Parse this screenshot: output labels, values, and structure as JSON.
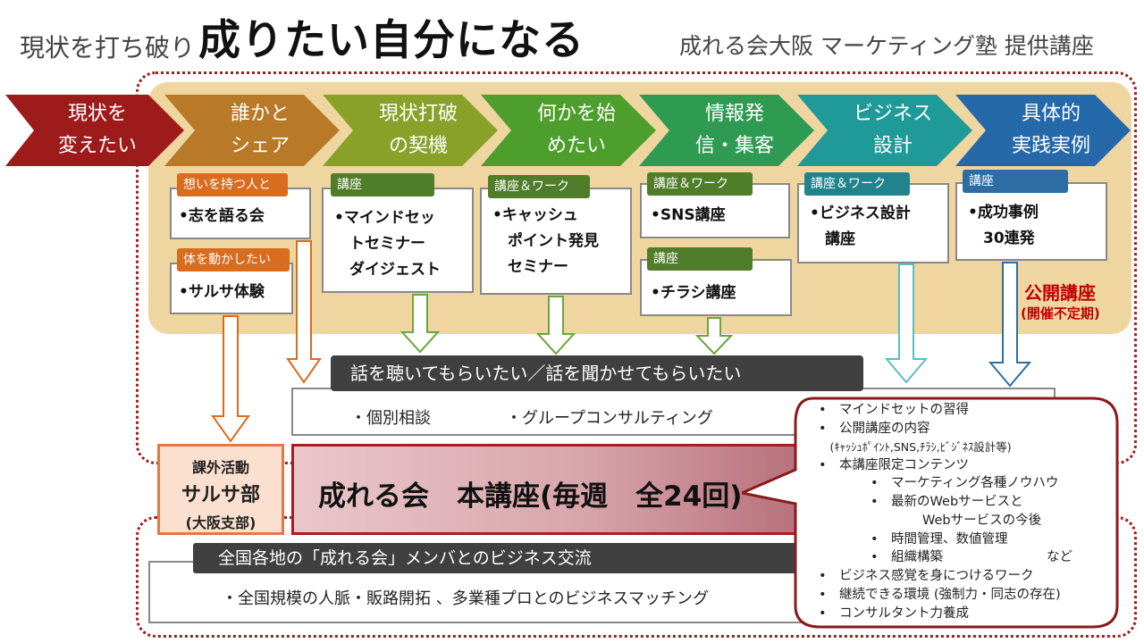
{
  "header": {
    "subtitle_left": "現状を打ち破り",
    "title_main": "成りたい自分になる",
    "subtitle_right": "成れる会大阪 マーケティング塾 提供講座"
  },
  "stages": [
    {
      "label": "現状を\n変えたい",
      "color": "#9e1b1b"
    },
    {
      "label": "誰かと\nシェア",
      "color": "#b87a28"
    },
    {
      "label": "現状打破\nの契機",
      "color": "#8aa129"
    },
    {
      "label": "何かを始\nめたい",
      "color": "#4e9e2e"
    },
    {
      "label": "情報発\n信・集客",
      "color": "#2f9a52"
    },
    {
      "label": "ビジネス\n設計",
      "color": "#1f9a99"
    },
    {
      "label": "具体的\n実践実例",
      "color": "#2569aa"
    }
  ],
  "boxes": {
    "kokorozashi": {
      "tag": "想いを持つ人と",
      "text": "•志を語る会"
    },
    "salsa": {
      "tag": "体を動かしたい",
      "text": "•サルサ体験"
    },
    "mindset": {
      "tag": "講座",
      "text": "•マインドセッ\n　トセミナー\n　ダイジェスト"
    },
    "cashpoint": {
      "tag": "講座＆ワーク",
      "text": "•キャッシュ\n　ポイント発見\n　セミナー"
    },
    "sns": {
      "tag": "講座＆ワーク",
      "text": "•SNS講座"
    },
    "chirashi": {
      "tag": "講座",
      "text": "•チラシ講座"
    },
    "business": {
      "tag": "講座＆ワーク",
      "text": "•ビジネス設計\n　講座"
    },
    "jirei": {
      "tag": "講座",
      "text": "•成功事例\n　30連発"
    }
  },
  "public_course": {
    "title": "公開講座",
    "subtitle": "(開催不定期)"
  },
  "hear": {
    "header": "話を聴いてもらいたい／話を聞かせてもらいたい",
    "item1": "・個別相談",
    "item2": "・グループコンサルティング"
  },
  "kagai": {
    "line1": "課外活動",
    "line2": "サルサ部",
    "line3": "(大阪支部)"
  },
  "main_course": {
    "label": "成れる会　本講座(毎週　全24回)"
  },
  "exchange": {
    "header": "全国各地の「成れる会」メンバとのビジネス交流",
    "item": "・全国規模の人脈・販路開拓 、多業種プロとのビジネスマッチング"
  },
  "callout": {
    "items": [
      "•　マインドセットの習得",
      "•　公開講座の内容",
      "　(ｷｬｯｼｭﾎﾟｲﾝﾄ,SNS,ﾁﾗｼ,ﾋﾞｼﾞﾈｽ設計等)",
      "•　本講座限定コンテンツ",
      "　　　　•　マーケティング各種ノウハウ",
      "　　　　•　最新のWebサービスと",
      "　　　　　　　　Webサービスの今後",
      "　　　　•　時間管理、数値管理",
      "　　　　•　組織構築　　　　　　　　など",
      "•　ビジネス感覚を身につけるワーク",
      "•　継続できる環境 (強制力・同志の存在)",
      "•　コンサルタント力養成"
    ]
  },
  "colors": {
    "accent_red": "#c00000",
    "border_red": "#a01e1e",
    "panel_tan": "#efd6a0",
    "header_dark": "#404040"
  }
}
